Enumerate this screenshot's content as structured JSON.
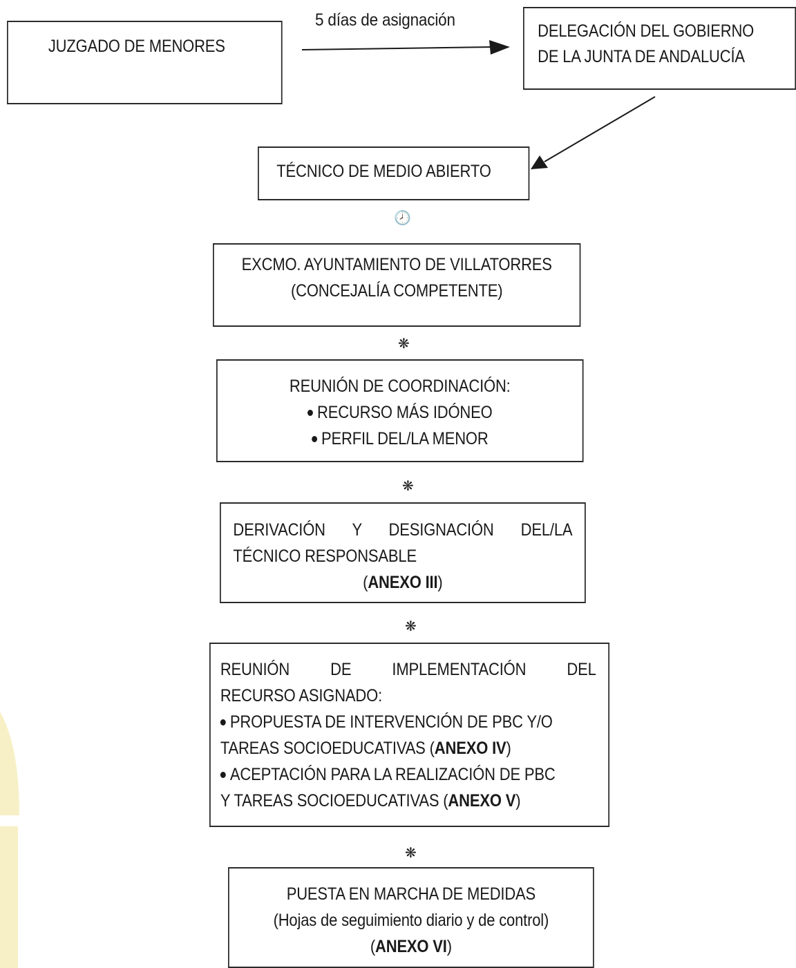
{
  "arrow_label": "5 días de asignación",
  "boxes": {
    "juzgado": "JUZGADO DE MENORES",
    "delegacion": [
      "DELEGACIÓN DEL GOBIERNO",
      "DE LA JUNTA DE ANDALUCÍA"
    ],
    "tecnico": "TÉCNICO DE MEDIO ABIERTO",
    "ayuntamiento": [
      "EXCMO. AYUNTAMIENTO DE VILLATORRES",
      "(CONCEJALÍA COMPETENTE)"
    ],
    "coordinacion": {
      "title": "REUNIÓN DE COORDINACIÓN:",
      "bullets": [
        "RECURSO MÁS IDÓNEO",
        "PERFIL DEL/LA MENOR"
      ]
    },
    "derivacion": {
      "line1": "DERIVACIÓN Y DESIGNACIÓN DEL/LA",
      "line2": "TÉCNICO RESPONSABLE",
      "annex_open": "(",
      "annex": "ANEXO III",
      "annex_close": ")"
    },
    "implementacion": {
      "line1": "REUNIÓN DE IMPLEMENTACIÓN DEL",
      "line2": "RECURSO ASIGNADO:",
      "bullet1_line1": "PROPUESTA DE INTERVENCIÓN DE PBC Y/O",
      "bullet1_line2_pre": "TAREAS SOCIOEDUCATIVAS (",
      "bullet1_annex": "ANEXO IV",
      "bullet1_close": ")",
      "bullet2_line1": "ACEPTACIÓN PARA LA REALIZACIÓN DE PBC",
      "bullet2_line2_pre": "Y TAREAS SOCIOEDUCATIVAS (",
      "bullet2_annex": "ANEXO V",
      "bullet2_close": ")"
    },
    "puesta": {
      "line1": "PUESTA EN MARCHA DE MEDIDAS",
      "line2": "(Hojas de seguimiento diario y de control)",
      "annex_open": "(",
      "annex": "ANEXO VI",
      "annex_close": ")"
    }
  },
  "separators": {
    "clock": "🕗",
    "star": "❋"
  },
  "colors": {
    "border": "#2a2a2a",
    "watermark": "#f6efc2"
  }
}
